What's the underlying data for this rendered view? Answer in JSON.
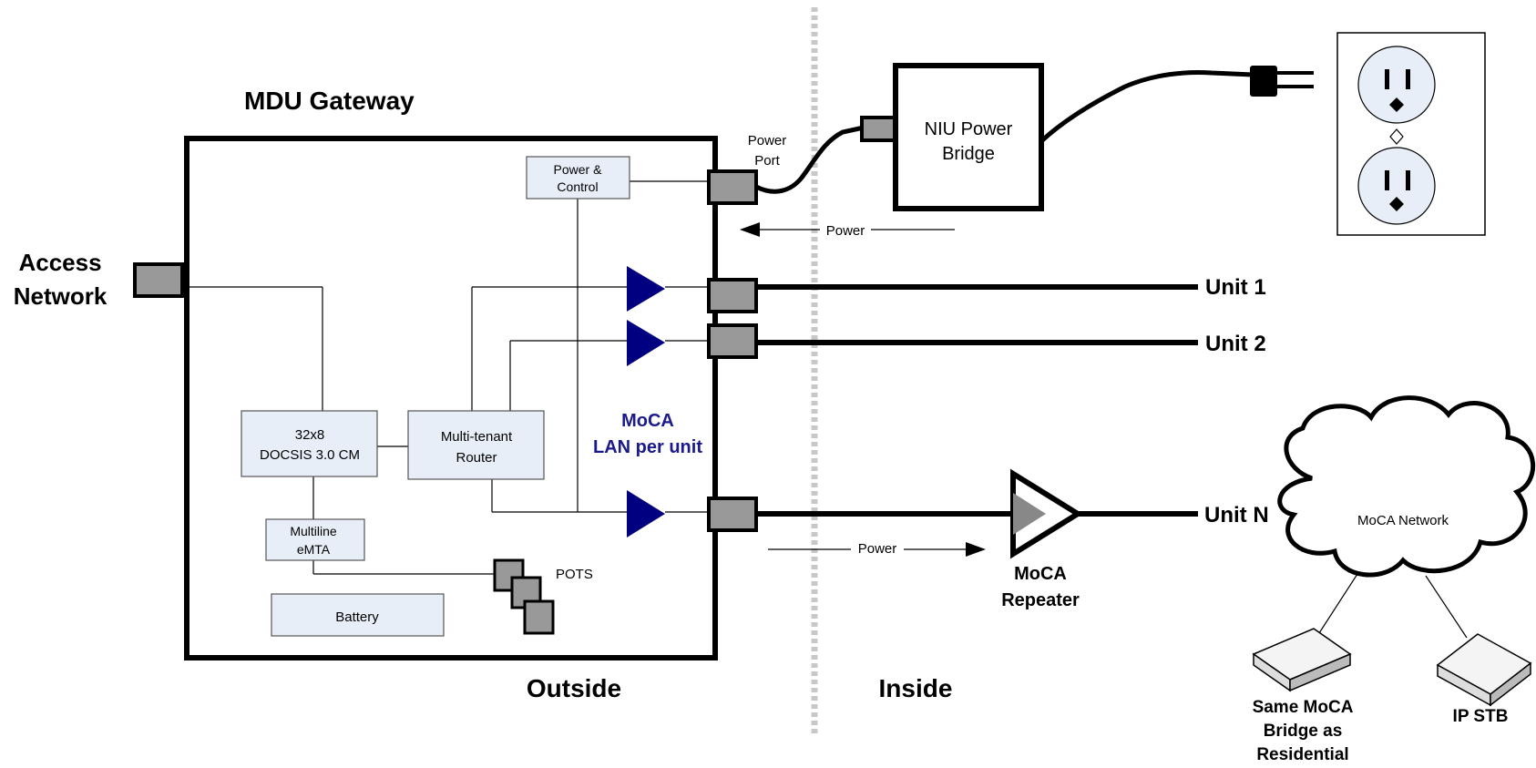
{
  "gateway": {
    "title": "MDU Gateway",
    "power_control": [
      "Power &",
      "Control"
    ],
    "docsis": [
      "32x8",
      "DOCSIS  3.0 CM"
    ],
    "router": [
      "Multi-tenant",
      "Router"
    ],
    "emta": [
      "Multiline",
      "eMTA"
    ],
    "battery": "Battery",
    "pots": "POTS",
    "moca_lan": [
      "MoCA",
      "LAN per unit"
    ]
  },
  "access_network": [
    "Access",
    "Network"
  ],
  "power_port": [
    "Power",
    "Port"
  ],
  "niu": [
    "NIU Power",
    "Bridge"
  ],
  "power_label_top": "Power",
  "power_label_bottom": "Power",
  "units": [
    "Unit  1",
    "Unit  2",
    "Unit N"
  ],
  "repeater": [
    "MoCA",
    "Repeater"
  ],
  "cloud_label": "MoCA Network",
  "device_bridge": [
    "Same MoCA",
    "Bridge as",
    "Residential"
  ],
  "device_stb": "IP STB",
  "zone_outside": "Outside",
  "zone_inside": "Inside",
  "colors": {
    "box_fill": "#e8eef8",
    "amp_fill": "#000080",
    "port_fill": "#999999",
    "moca_text": "#1a1a8c"
  }
}
